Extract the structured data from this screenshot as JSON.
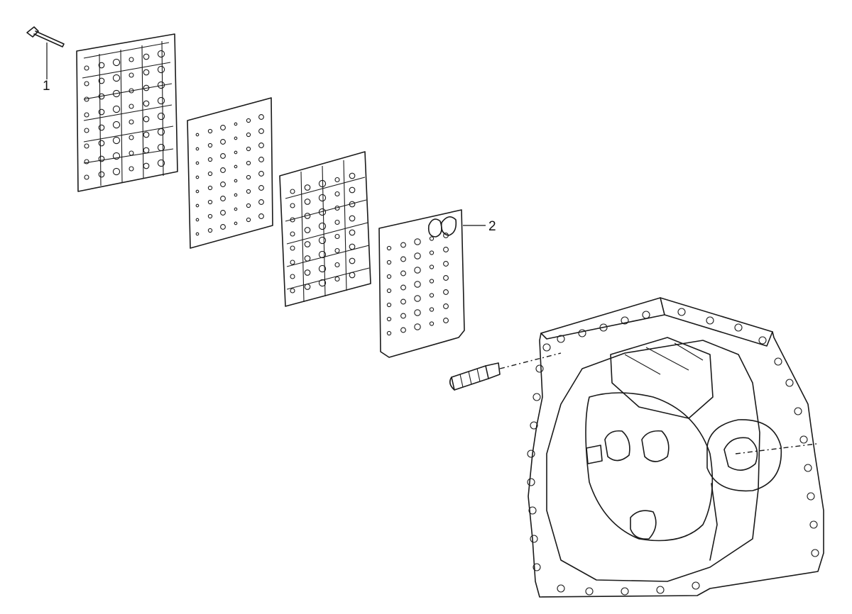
{
  "callouts": [
    {
      "id": "1",
      "label": "1"
    },
    {
      "id": "2",
      "label": "2"
    }
  ],
  "colors": {
    "line": "#1a1a1a",
    "background": "#ffffff"
  }
}
